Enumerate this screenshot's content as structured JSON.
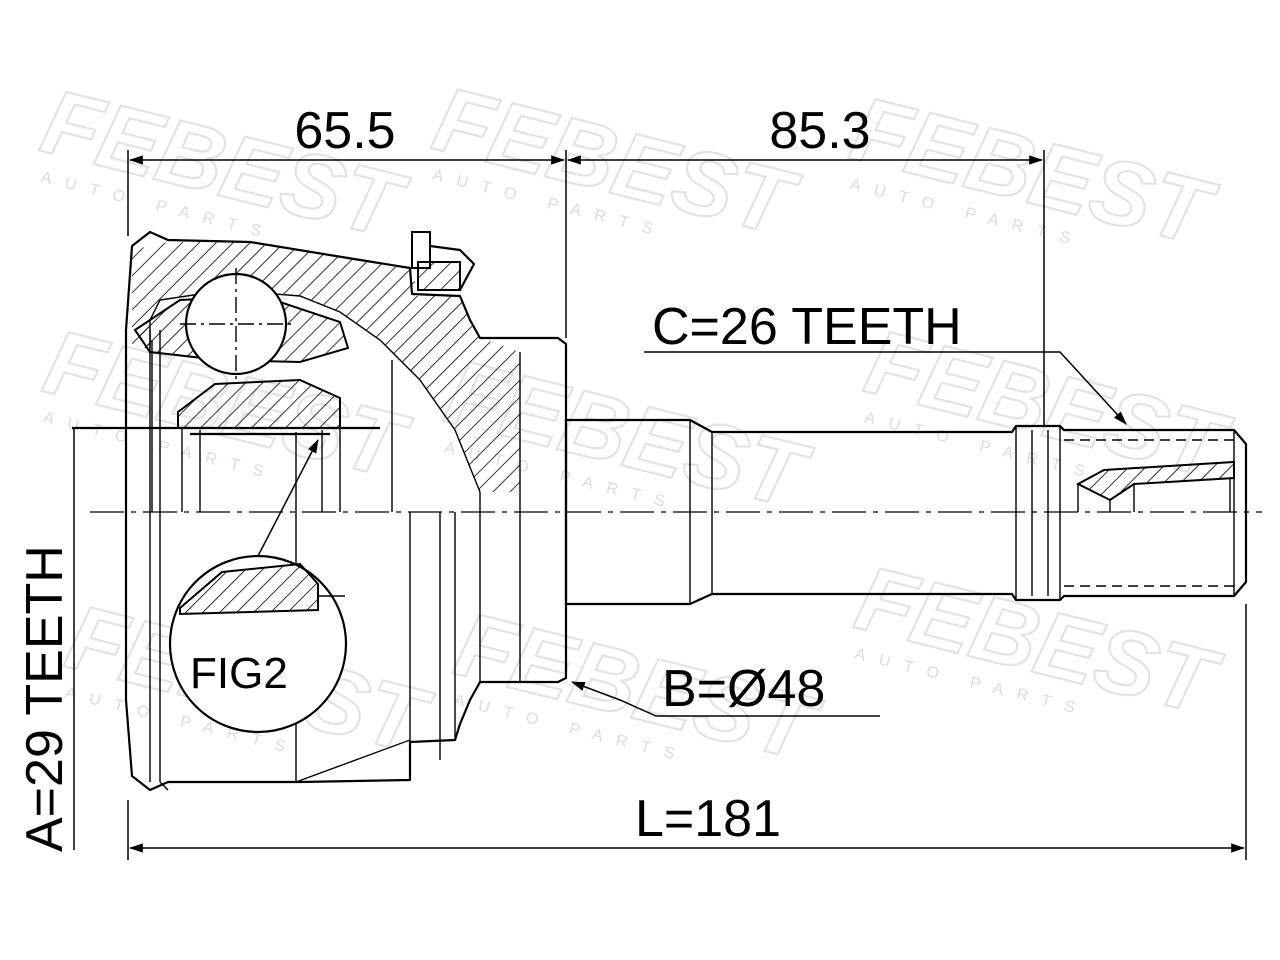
{
  "watermark": {
    "brand": "FEBEST",
    "sub": "AUTO PARTS"
  },
  "dimensions": {
    "flange_depth": "65.5",
    "shaft_length": "85.3",
    "total_length": "L=181"
  },
  "callouts": {
    "spline_c": "C=26 TEETH",
    "diameter_b": "B=Ø48",
    "spline_a": "A=29 TEETH",
    "fig": "FIG2"
  }
}
